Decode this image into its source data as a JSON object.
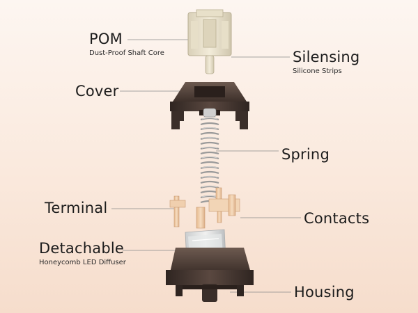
{
  "parts": [
    {
      "id": "pom",
      "title": "POM",
      "subtitle": "Dust-Proof Shaft Core"
    },
    {
      "id": "silensing",
      "title": "Silensing",
      "subtitle": "Silicone Strips"
    },
    {
      "id": "cover",
      "title": "Cover",
      "subtitle": ""
    },
    {
      "id": "spring",
      "title": "Spring",
      "subtitle": ""
    },
    {
      "id": "terminal",
      "title": "Terminal",
      "subtitle": ""
    },
    {
      "id": "contacts",
      "title": "Contacts",
      "subtitle": ""
    },
    {
      "id": "detachable",
      "title": "Detachable",
      "subtitle": "Honeycomb LED Diffuser"
    },
    {
      "id": "housing",
      "title": "Housing",
      "subtitle": ""
    }
  ],
  "colors": {
    "background": "#fae9dd",
    "stem": "#ece4cf",
    "cover_housing": "#4a3a33",
    "spring": "#b9b9b9",
    "contacts": "#efc9a3",
    "diffuser": "#d9dcdd",
    "leader_line": "#8a8a8a"
  }
}
